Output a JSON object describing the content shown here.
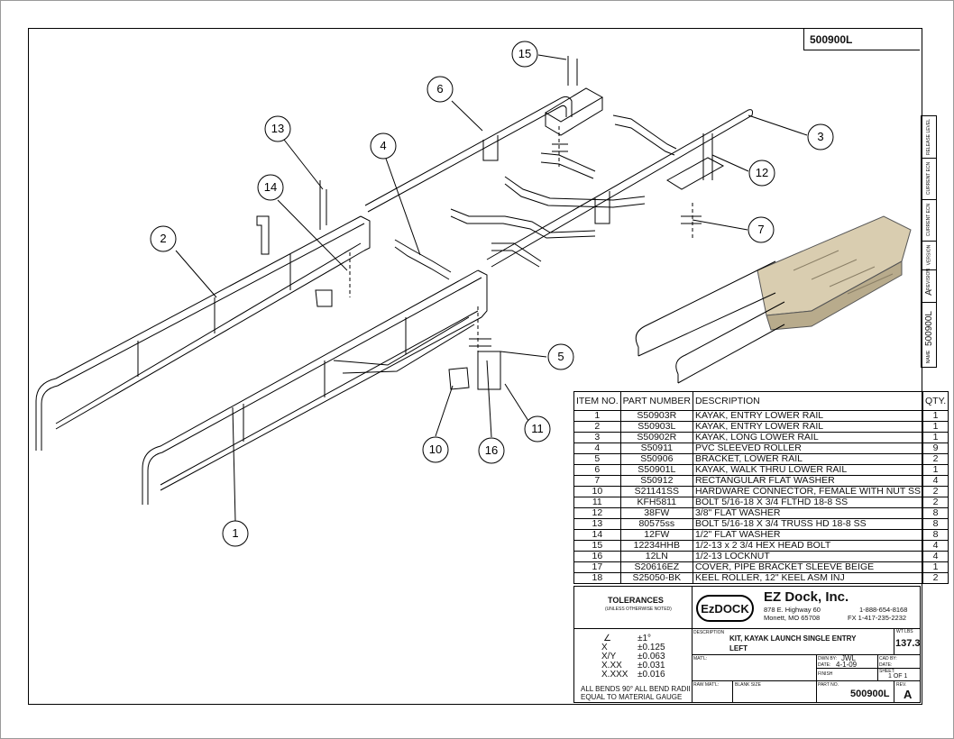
{
  "drawing_number": "500900L",
  "revision_strip": {
    "labels": [
      "RELEASE LEVEL",
      "CURRENT ECN",
      "CURRENT ECN",
      "VERSION",
      "REVISION"
    ],
    "revision_value": "A",
    "name_label": "NAME",
    "name_value": "500900L"
  },
  "callouts": [
    "1",
    "2",
    "3",
    "4",
    "5",
    "6",
    "7",
    "10",
    "11",
    "12",
    "13",
    "14",
    "15",
    "16"
  ],
  "bom": {
    "headers": {
      "item_no": "ITEM NO.",
      "part_number": "PART NUMBER",
      "description": "DESCRIPTION",
      "qty": "QTY."
    },
    "rows": [
      {
        "no": "1",
        "pn": "S50903R",
        "desc": "KAYAK, ENTRY LOWER RAIL",
        "qty": "1"
      },
      {
        "no": "2",
        "pn": "S50903L",
        "desc": "KAYAK, ENTRY LOWER RAIL",
        "qty": "1"
      },
      {
        "no": "3",
        "pn": "S50902R",
        "desc": "KAYAK, LONG LOWER RAIL",
        "qty": "1"
      },
      {
        "no": "4",
        "pn": "S50911",
        "desc": "PVC SLEEVED ROLLER",
        "qty": "9"
      },
      {
        "no": "5",
        "pn": "S50906",
        "desc": "BRACKET, LOWER RAIL",
        "qty": "2"
      },
      {
        "no": "6",
        "pn": "S50901L",
        "desc": "KAYAK, WALK THRU LOWER RAIL",
        "qty": "1"
      },
      {
        "no": "7",
        "pn": "S50912",
        "desc": "RECTANGULAR FLAT WASHER",
        "qty": "4"
      },
      {
        "no": "10",
        "pn": "S21141SS",
        "desc": "HARDWARE CONNECTOR, FEMALE WITH NUT SS",
        "qty": "2"
      },
      {
        "no": "11",
        "pn": "KFH5811",
        "desc": "BOLT 5/16-18 X 3/4 FLTHD 18-8 SS",
        "qty": "2"
      },
      {
        "no": "12",
        "pn": "38FW",
        "desc": "3/8\" FLAT WASHER",
        "qty": "8"
      },
      {
        "no": "13",
        "pn": "80575ss",
        "desc": "BOLT 5/16-18 X 3/4 TRUSS HD 18-8 SS",
        "qty": "8"
      },
      {
        "no": "14",
        "pn": "12FW",
        "desc": "1/2\" FLAT WASHER",
        "qty": "8"
      },
      {
        "no": "15",
        "pn": "12234HHB",
        "desc": "1/2-13 x 2 3/4 HEX HEAD BOLT",
        "qty": "4"
      },
      {
        "no": "16",
        "pn": "12LN",
        "desc": "1/2-13 LOCKNUT",
        "qty": "4"
      },
      {
        "no": "17",
        "pn": "S20616EZ",
        "desc": "COVER, PIPE BRACKET SLEEVE BEIGE",
        "qty": "1"
      },
      {
        "no": "18",
        "pn": "S25050-BK",
        "desc": "KEEL ROLLER, 12\" KEEL ASM INJ",
        "qty": "2"
      }
    ]
  },
  "title_block": {
    "tolerances_title": "TOLERANCES",
    "tolerances_sub": "(UNLESS OTHERWISE NOTED)",
    "tol_rows": [
      {
        "label": "∠",
        "value": "±1°"
      },
      {
        "label": "X",
        "value": "±0.125"
      },
      {
        "label": "X/Y",
        "value": "±0.063"
      },
      {
        "label": "X.XX",
        "value": "±0.031"
      },
      {
        "label": "X.XXX",
        "value": "±0.016"
      }
    ],
    "bends_note_1": "ALL BENDS 90°   ALL BEND RADII",
    "bends_note_2": "EQUAL TO MATERIAL GAUGE",
    "logo_text": "EzDOCK",
    "company": "EZ Dock, Inc.",
    "address_1": "878 E. Highway 60",
    "address_2": "Monett, MO 65708",
    "phone_1": "1-888-654-8168",
    "phone_2": "FX  1-417-235-2232",
    "description_label": "DESCRIPTION",
    "description_1": "KIT, KAYAK LAUNCH SINGLE ENTRY",
    "description_2": "LEFT",
    "wt_label": "WT   LBS",
    "weight": "137.3",
    "matl_label": "MAT'L:",
    "dwn_label": "DWN BY:",
    "dwn_value": "JWL",
    "date_label": "DATE:",
    "date_value": "4-1-09",
    "cad_by_label": "CAD BY:",
    "date2_label": "DATE:",
    "finish_label": "FINISH",
    "sheet_label": "SHEET:",
    "sheet_value": "1 OF 1",
    "raw_matl_label": "RAW MAT'L:",
    "blank_size_label": "BLANK SIZE",
    "part_no_label": "PART NO.",
    "part_no_value": "500900L",
    "rev_label": "REV.",
    "rev_value": "A"
  }
}
